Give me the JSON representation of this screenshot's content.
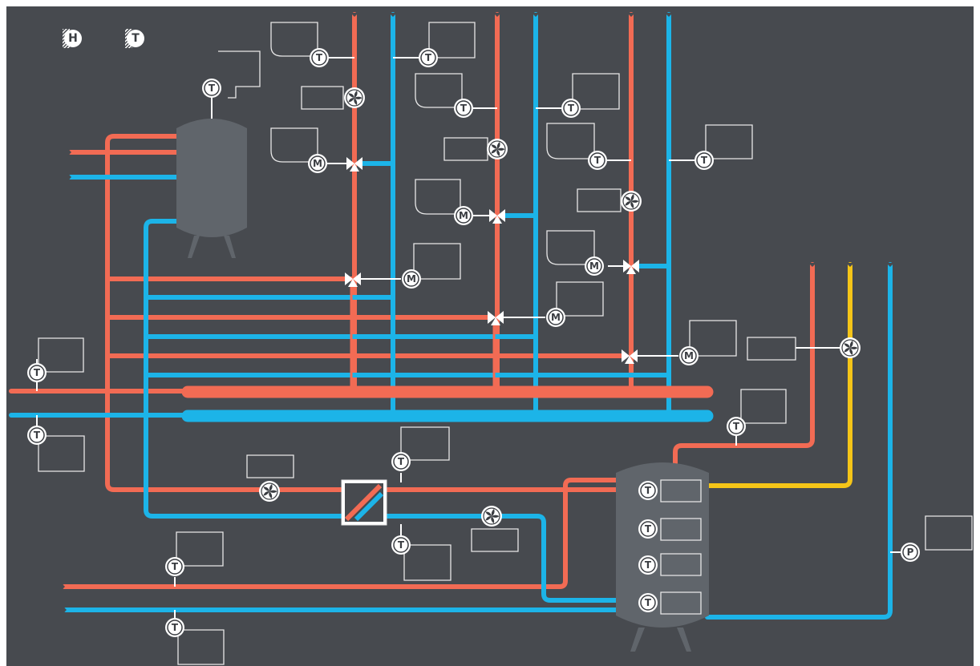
{
  "colors": {
    "background": "#474a4f",
    "hot_pipe": "#f26b54",
    "cold_pipe": "#1cb4e8",
    "solar_pipe": "#f5c518",
    "tank": "#60656b",
    "value_box_border": "#e8e8e8",
    "sensor_fill": "#ffffff"
  },
  "legend": {
    "heating_label": "H",
    "heating_icon": "hatched-badge-icon",
    "dhw_label": "T",
    "dhw_icon": "hatched-badge-icon"
  },
  "sensor_symbols": {
    "temperature": "T",
    "mixer_motor": "M",
    "pressure": "P",
    "pump": "fan-pump-icon",
    "mixing_valve": "three-way-valve-icon",
    "heat_exchanger": "plate-heat-exchanger-icon"
  },
  "readouts": {
    "buffer_top_temp": "",
    "circuit1_flow_temp": "",
    "circuit2_flow_temp": "",
    "circuit3_flow_temp": "",
    "main_flow_temp": "",
    "main_return_temp": "",
    "dhw_tank_temps": [
      "",
      "",
      "",
      ""
    ],
    "system_pressure": ""
  }
}
